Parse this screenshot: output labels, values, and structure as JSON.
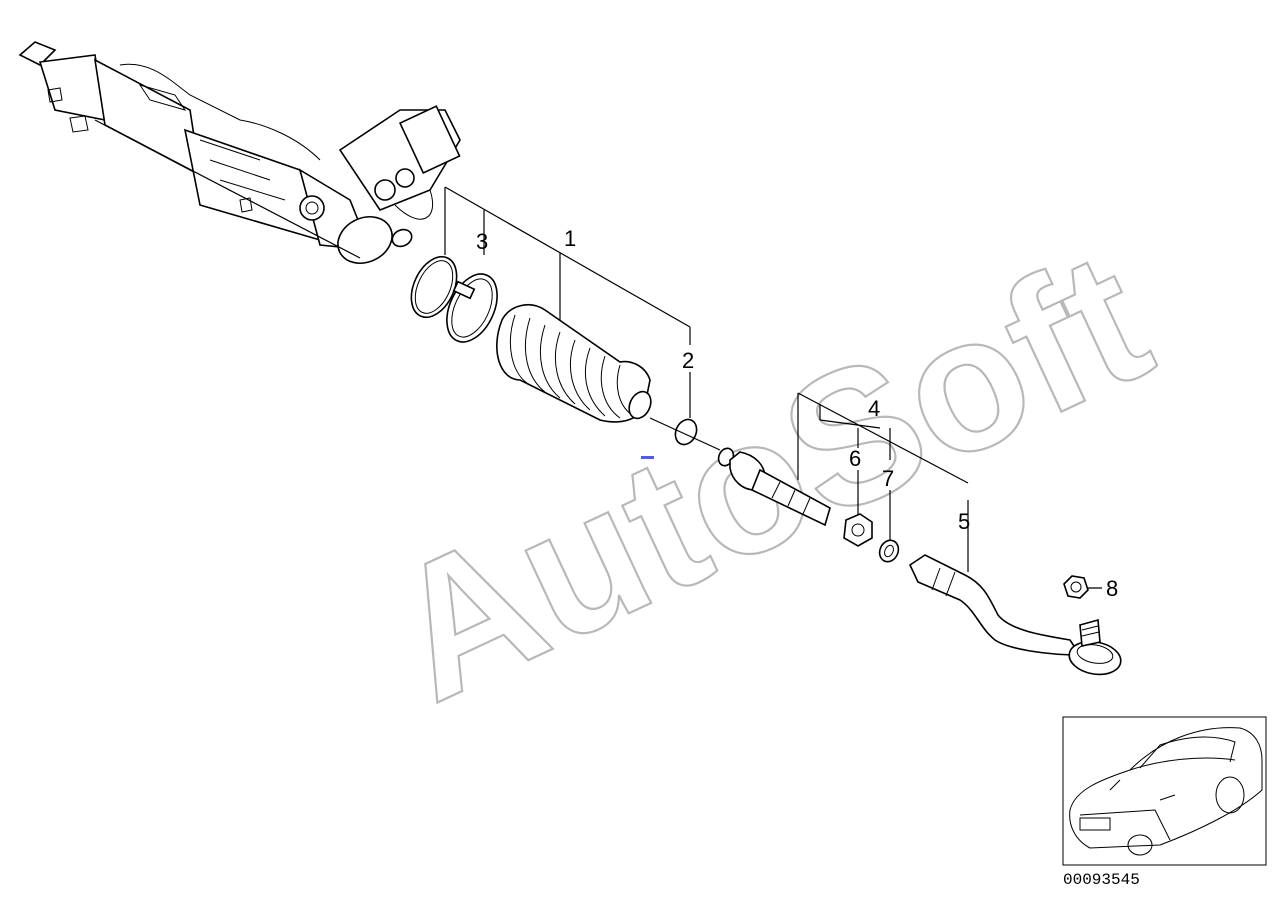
{
  "callouts": [
    {
      "id": "1",
      "label": "1"
    },
    {
      "id": "2",
      "label": "2"
    },
    {
      "id": "3",
      "label": "3"
    },
    {
      "id": "4",
      "label": "4"
    },
    {
      "id": "5",
      "label": "5"
    },
    {
      "id": "6",
      "label": "6"
    },
    {
      "id": "7",
      "label": "7"
    },
    {
      "id": "8",
      "label": "8"
    }
  ],
  "watermark": "AutoSoft",
  "document_number": "00093545",
  "colors": {
    "line": "#000000",
    "watermark": "#b8b8b8",
    "accent": "#4a5cff"
  }
}
